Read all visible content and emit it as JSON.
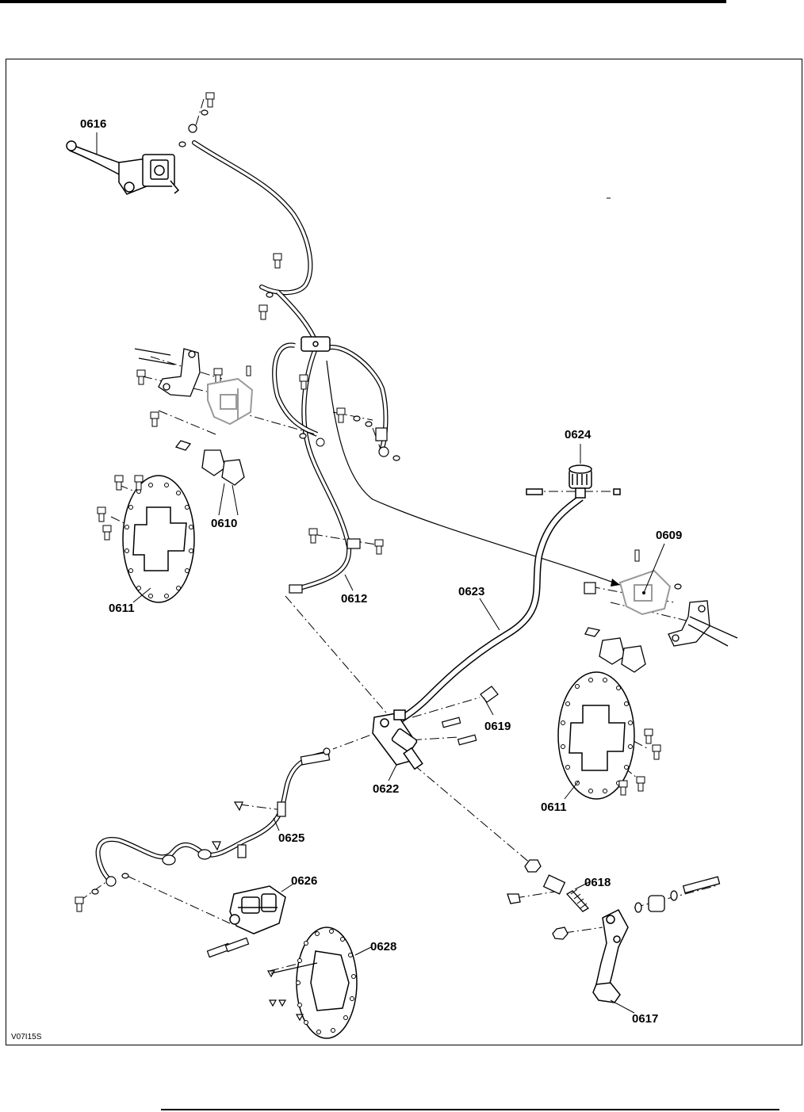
{
  "figure": {
    "code": "V07I15S",
    "callouts": {
      "c0616": "0616",
      "c0624": "0624",
      "c0610": "0610",
      "c0609": "0609",
      "c0611a": "0611",
      "c0612": "0612",
      "c0623": "0623",
      "c0619": "0619",
      "c0622": "0622",
      "c0611b": "0611",
      "c0625": "0625",
      "c0626": "0626",
      "c0618": "0618",
      "c0628": "0628",
      "c0617": "0617"
    }
  },
  "colors": {
    "line": "#000000",
    "ghost": "#9a9a9a",
    "paper": "#ffffff"
  }
}
